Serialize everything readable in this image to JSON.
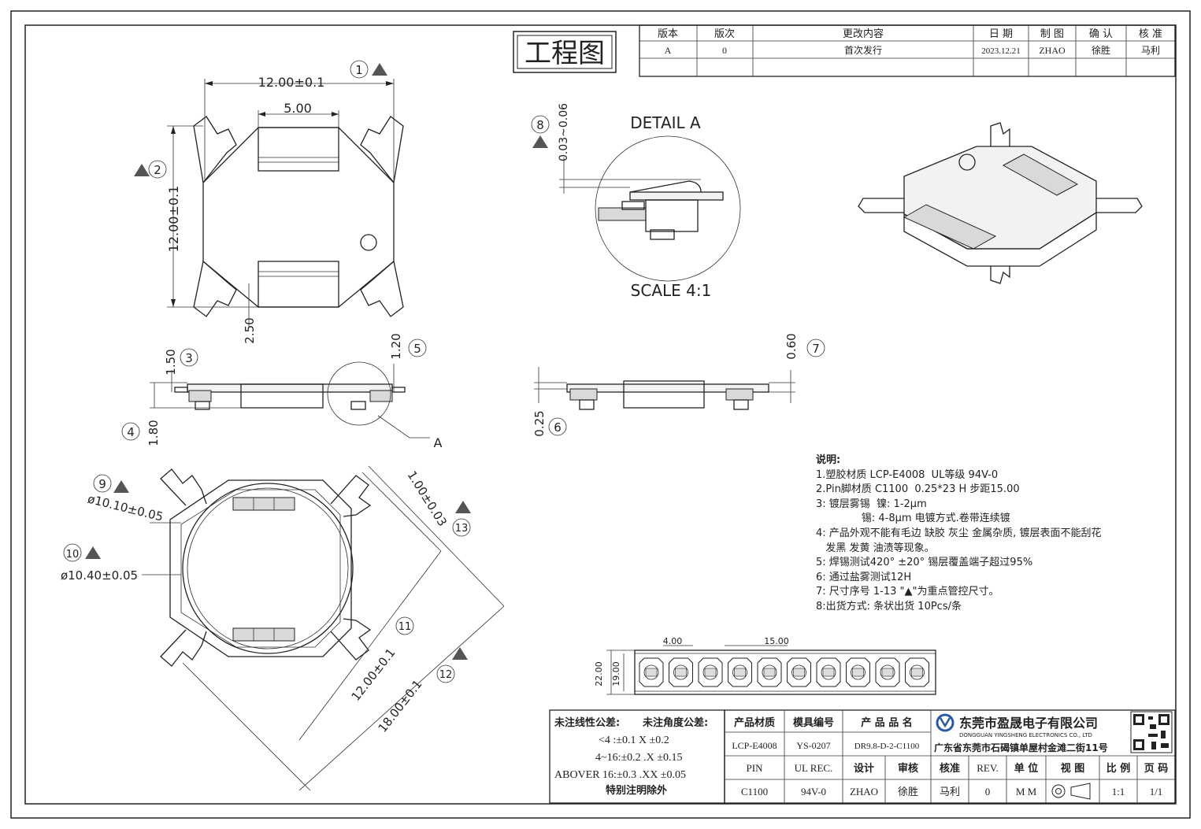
{
  "drawing_title": "工程图",
  "revision_table": {
    "headers": [
      "版本",
      "版次",
      "更改内容",
      "日 期",
      "制 图",
      "确 认",
      "核 准"
    ],
    "rows": [
      [
        "A",
        "0",
        "首次发行",
        "2023.12.21",
        "ZHAO",
        "徐胜",
        "马利"
      ]
    ]
  },
  "top_view": {
    "dim_width": "12.00±0.1",
    "dim_slot": "5.00",
    "dim_height": "12.00±0.1",
    "dim_offset": "2.50",
    "marker_1": "1",
    "marker_2": "2"
  },
  "side_view_left": {
    "dim_a": "1.50",
    "dim_b": "1.80",
    "dim_c": "1.20",
    "marker_3": "3",
    "marker_4": "4",
    "marker_5": "5",
    "detail_ref": "A"
  },
  "side_view_right": {
    "dim_a": "0.60",
    "dim_b": "0.25",
    "marker_6": "6",
    "marker_7": "7"
  },
  "detail": {
    "title": "DETAIL A",
    "scale": "SCALE 4:1",
    "dim": "0.03~0.06",
    "marker_8": "8"
  },
  "bottom_view": {
    "dim_inner_dia": "ø10.10±0.05",
    "dim_outer_dia": "ø10.40±0.05",
    "dim_pin": "1.00±0.03",
    "dim_body": "12.00±0.1",
    "dim_total": "18.00±0.1",
    "marker_9": "9",
    "marker_10": "10",
    "marker_11": "11",
    "marker_12": "12",
    "marker_13": "13"
  },
  "notes": {
    "title": "说明:",
    "lines": [
      "1.塑胶材质 LCP-E4008  UL等级 94V-0",
      "2.Pin脚材质 C1100  0.25*23 H 步距15.00",
      "3: 镀层雾锡  镍: 1-2μm",
      "              锡: 4-8μm 电镀方式.卷带连续镀",
      "4: 产品外观不能有毛边 缺胶 灰尘 金属杂质, 镀层表面不能刮花",
      "   发黑 发黄 油渍等现象。",
      "5: 焊锡测试420° ±20° 锡层覆盖端子超过95%",
      "6: 通过盐雾测试12H",
      "7: 尺寸序号 1-13 \"▲\"为重点管控尺寸。",
      "8:出货方式: 条状出货 10Pcs/条"
    ]
  },
  "strip": {
    "dim_pitch_small": "4.00",
    "dim_pitch": "15.00",
    "dim_h_outer": "22.00",
    "dim_h_inner": "19.00"
  },
  "tolerance": {
    "title_linear": "未注线性公差:",
    "title_angle": "未注角度公差:",
    "line1": "<4 :±0.1  X ±0.2",
    "line2": "4~16:±0.2  .X ±0.15",
    "line3": "ABOVER 16:±0.3  .XX ±0.05",
    "line4": "特别注明除外"
  },
  "title_block": {
    "h_material": "产品材质",
    "h_mold": "模具编号",
    "h_product": "产 品 品 名",
    "v_material": "LCP-E4008",
    "v_mold": "YS-0207",
    "v_product": "DR9.8-D-2-C1100",
    "company_name": "东莞市盈晟电子有限公司",
    "company_en": "DONGGUAN YINGSHENG ELECTRONICS CO., LTD",
    "company_address": "广东省东莞市石碣镇单屋村金滩二街11号",
    "h_pin": "PIN",
    "h_ul": "UL REC.",
    "h_design": "设计",
    "h_review": "审核",
    "h_approve": "核准",
    "h_rev": "REV.",
    "h_unit": "单 位",
    "h_view": "视 图",
    "h_scale": "比 例",
    "h_page": "页 码",
    "v_pin": "C1100",
    "v_ul": "94V-0",
    "v_design": "ZHAO",
    "v_review": "徐胜",
    "v_approve": "马利",
    "v_rev": "0",
    "v_unit": "M M",
    "v_scale": "1:1",
    "v_page": "1/1"
  }
}
